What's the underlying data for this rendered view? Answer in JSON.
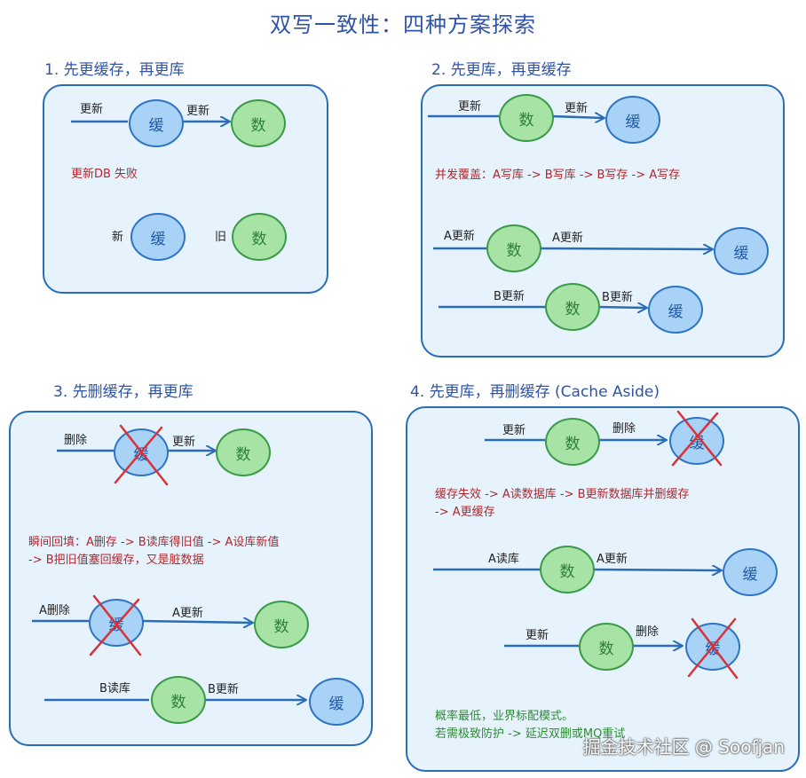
{
  "title": "双写一致性：四种方案探索",
  "sections": [
    {
      "title": "1. 先更缓存，再更库",
      "labels": {
        "a": "更新",
        "b": "更新",
        "n1": "新",
        "n2": "旧"
      },
      "note": "更新DB 失败"
    },
    {
      "title": "2. 先更库，再更缓存",
      "labels": {
        "a": "更新",
        "b": "更新",
        "c": "A更新",
        "d": "A更新",
        "e": "B更新",
        "f": "B更新"
      },
      "note": "并发覆盖：A写库 -> B写库 -> B写存 -> A写存"
    },
    {
      "title": "3. 先删缓存，再更库",
      "labels": {
        "a": "删除",
        "b": "更新",
        "c": "A删除",
        "d": "A更新",
        "e": "B读库",
        "f": "B更新"
      },
      "note_lines": [
        "瞬间回填：A删存 -> B读库得旧值 -> A设库新值",
        "-> B把旧值塞回缓存，又是脏数据"
      ]
    },
    {
      "title": "4. 先更库，再删缓存 (Cache Aside)",
      "labels": {
        "a": "更新",
        "b": "删除",
        "c": "A读库",
        "d": "A更新",
        "e": "更新",
        "f": "删除"
      },
      "note_lines": [
        "缓存失效 -> A读数据库 -> B更新数据库并删缓存",
        "-> A更缓存"
      ],
      "green_lines": [
        "概率最低，业界标配模式。",
        "若需极致防护 -> 延迟双删或MQ重试"
      ]
    }
  ],
  "node_text": {
    "cache": "缓",
    "db": "数"
  },
  "watermark": "掘金技术社区 @ Soofjan",
  "colors": {
    "title": "#2f54a6",
    "panel_fill": "#e6f3fd",
    "panel_border": "#2a6db7",
    "arrow": "#2a6db7",
    "cross": "#d8323a",
    "cache_fill": "#a8d3f7",
    "db_fill": "#a6e3a5"
  }
}
